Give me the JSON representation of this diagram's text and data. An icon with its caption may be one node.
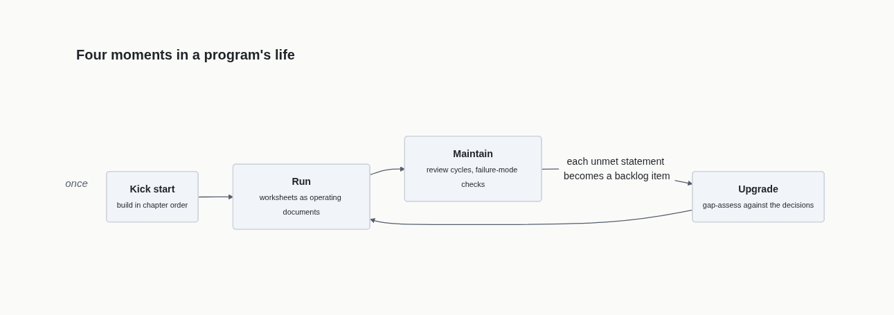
{
  "diagram": {
    "title": "Four moments in a program's life",
    "nodes": [
      {
        "text": [
          "Kick start",
          "build in chapter order"
        ],
        "beside": [
          "once"
        ]
      },
      {
        "text": [
          "Run",
          "worksheets as operating documents"
        ]
      },
      {
        "text": [
          "Maintain",
          "review cycles, failure-mode checks"
        ]
      },
      {
        "text": [
          "Upgrade",
          "gap-assess against the decisions"
        ]
      }
    ],
    "edges": [
      {
        "from": 0,
        "to": 1,
        "arrow": "to"
      },
      {
        "from": 1,
        "to": 2,
        "arrow": "to"
      },
      {
        "from": 2,
        "to": 3,
        "arrow": "to",
        "label": "each unmet statement becomes a backlog item"
      },
      {
        "from": 3,
        "to": 1,
        "arrow": "to"
      }
    ]
  }
}
